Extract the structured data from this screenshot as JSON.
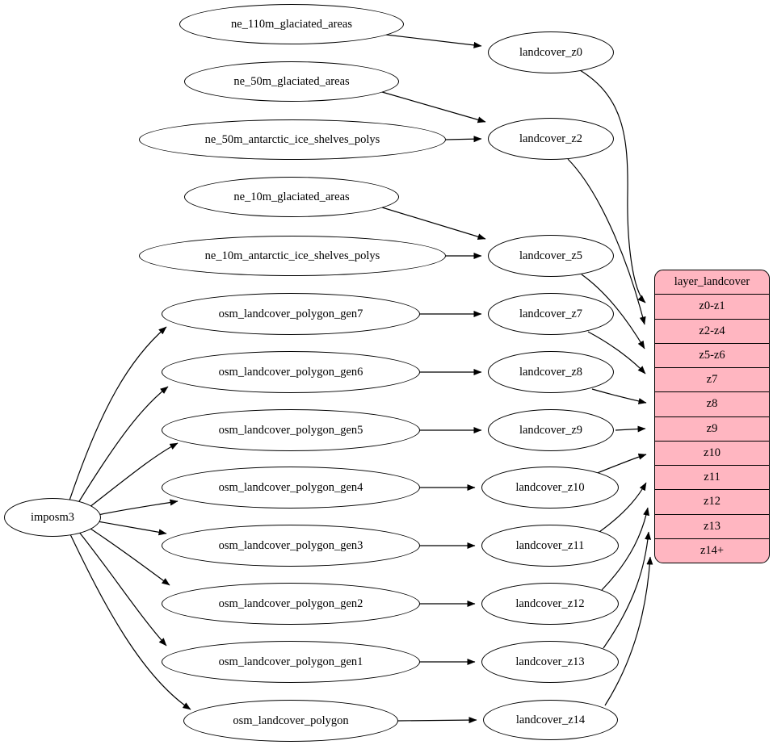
{
  "graph": {
    "root": {
      "label": "imposm3"
    },
    "sources": [
      "ne_110m_glaciated_areas",
      "ne_50m_glaciated_areas",
      "ne_50m_antarctic_ice_shelves_polys",
      "ne_10m_glaciated_areas",
      "ne_10m_antarctic_ice_shelves_polys",
      "osm_landcover_polygon_gen7",
      "osm_landcover_polygon_gen6",
      "osm_landcover_polygon_gen5",
      "osm_landcover_polygon_gen4",
      "osm_landcover_polygon_gen3",
      "osm_landcover_polygon_gen2",
      "osm_landcover_polygon_gen1",
      "osm_landcover_polygon"
    ],
    "stages": [
      "landcover_z0",
      "landcover_z2",
      "landcover_z5",
      "landcover_z7",
      "landcover_z8",
      "landcover_z9",
      "landcover_z10",
      "landcover_z11",
      "landcover_z12",
      "landcover_z13",
      "landcover_z14"
    ],
    "table": {
      "header": "layer_landcover",
      "rows": [
        "z0-z1",
        "z2-z4",
        "z5-z6",
        "z7",
        "z8",
        "z9",
        "z10",
        "z11",
        "z12",
        "z13",
        "z14+"
      ]
    },
    "edges": [
      [
        "imposm3",
        "osm_landcover_polygon_gen7"
      ],
      [
        "imposm3",
        "osm_landcover_polygon_gen6"
      ],
      [
        "imposm3",
        "osm_landcover_polygon_gen5"
      ],
      [
        "imposm3",
        "osm_landcover_polygon_gen4"
      ],
      [
        "imposm3",
        "osm_landcover_polygon_gen3"
      ],
      [
        "imposm3",
        "osm_landcover_polygon_gen2"
      ],
      [
        "imposm3",
        "osm_landcover_polygon_gen1"
      ],
      [
        "imposm3",
        "osm_landcover_polygon"
      ],
      [
        "ne_110m_glaciated_areas",
        "landcover_z0"
      ],
      [
        "ne_50m_glaciated_areas",
        "landcover_z2"
      ],
      [
        "ne_50m_antarctic_ice_shelves_polys",
        "landcover_z2"
      ],
      [
        "ne_10m_glaciated_areas",
        "landcover_z5"
      ],
      [
        "ne_10m_antarctic_ice_shelves_polys",
        "landcover_z5"
      ],
      [
        "osm_landcover_polygon_gen7",
        "landcover_z7"
      ],
      [
        "osm_landcover_polygon_gen6",
        "landcover_z8"
      ],
      [
        "osm_landcover_polygon_gen5",
        "landcover_z9"
      ],
      [
        "osm_landcover_polygon_gen4",
        "landcover_z10"
      ],
      [
        "osm_landcover_polygon_gen3",
        "landcover_z11"
      ],
      [
        "osm_landcover_polygon_gen2",
        "landcover_z12"
      ],
      [
        "osm_landcover_polygon_gen1",
        "landcover_z13"
      ],
      [
        "osm_landcover_polygon",
        "landcover_z14"
      ],
      [
        "landcover_z0",
        "z0-z1"
      ],
      [
        "landcover_z2",
        "z2-z4"
      ],
      [
        "landcover_z5",
        "z5-z6"
      ],
      [
        "landcover_z7",
        "z7"
      ],
      [
        "landcover_z8",
        "z8"
      ],
      [
        "landcover_z9",
        "z9"
      ],
      [
        "landcover_z10",
        "z10"
      ],
      [
        "landcover_z11",
        "z11"
      ],
      [
        "landcover_z12",
        "z12"
      ],
      [
        "landcover_z13",
        "z13"
      ],
      [
        "landcover_z14",
        "z14+"
      ]
    ],
    "colors": {
      "background": "#ffffff",
      "node_fill": "#ffffff",
      "node_stroke": "#000000",
      "edge": "#000000",
      "table_fill": "#ffb6c1"
    }
  }
}
